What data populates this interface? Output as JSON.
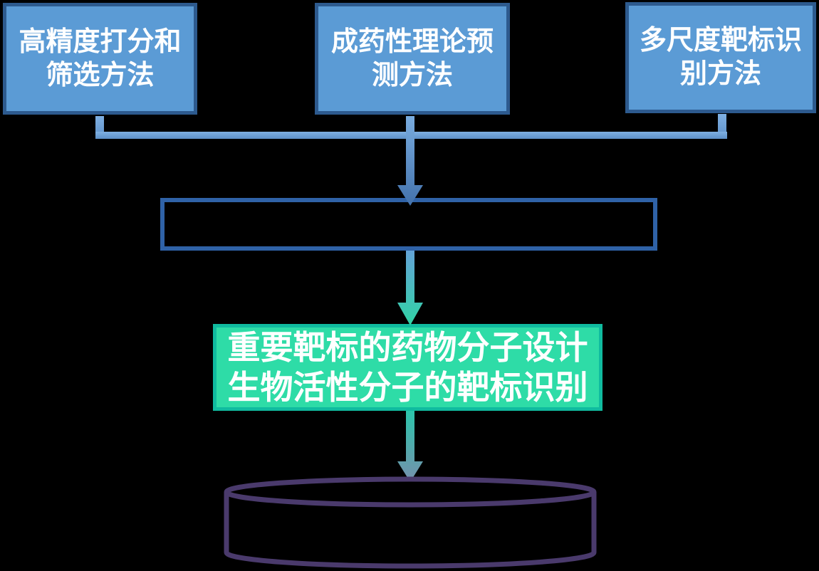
{
  "diagram": {
    "top_boxes": [
      {
        "line1": "高精度打分和",
        "line2": "筛选方法"
      },
      {
        "line1": "成药性理论预",
        "line2": "测方法"
      },
      {
        "line1": "多尺度靶标识",
        "line2": "别方法"
      }
    ],
    "result_box": {
      "line1": "重要靶标的药物分子设计",
      "line2": "生物活性分子的靶标识别"
    },
    "colors": {
      "background": "#000000",
      "top_box_fill": "#5B9BD5",
      "top_box_border": "#2D5A8E",
      "connector_blue_light": "#7FB0E2",
      "connector_blue_dark": "#5D90C8",
      "empty_box_border": "#2F62A7",
      "result_box_fill": "#2EDCA7",
      "result_box_border": "#10BB9F",
      "arrow1_gradient_top": "#79ACDF",
      "arrow1_gradient_bottom": "#4372AC",
      "arrow2_gradient_top": "#64A3D8",
      "arrow2_gradient_bottom": "#30D3A5",
      "arrow3_gradient_top": "#2CC5AB",
      "arrow3_gradient_bottom": "#7690AD",
      "cylinder_stroke": "#4A3A6C",
      "text": "#FFFFFF"
    }
  }
}
